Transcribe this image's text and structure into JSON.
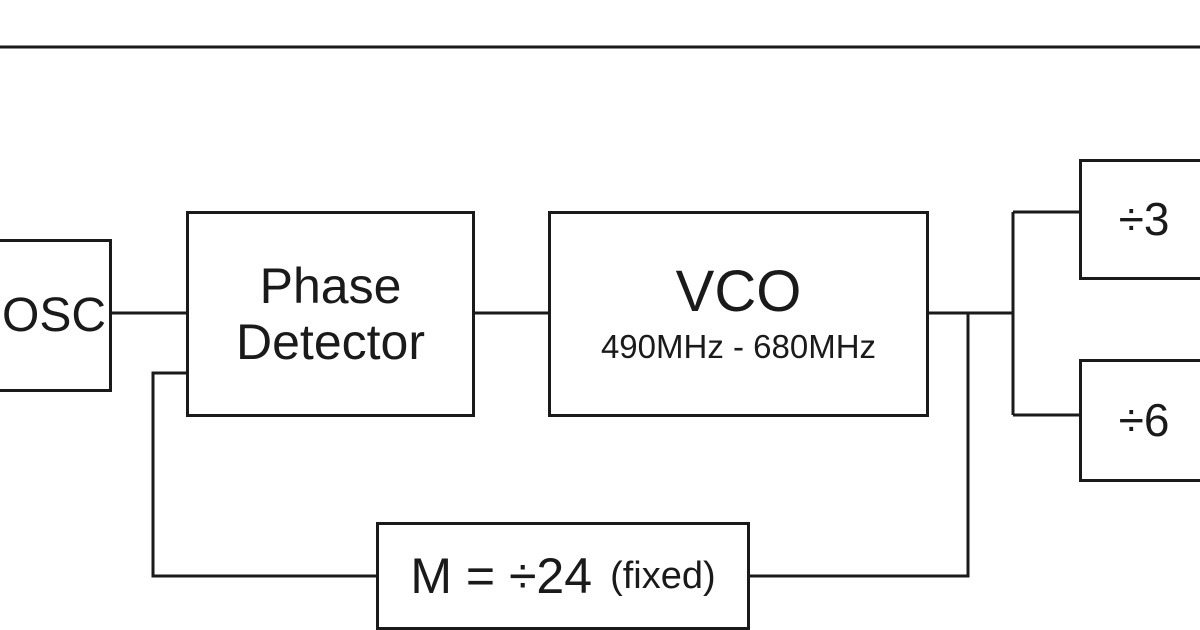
{
  "blocks": {
    "oscillator": {
      "label": "OSC"
    },
    "phase_detector": {
      "line1": "Phase",
      "line2": "Detector"
    },
    "vco": {
      "label": "VCO",
      "range": "490MHz - 680MHz"
    },
    "divider_3": {
      "label": "÷3"
    },
    "divider_6": {
      "label": "÷6"
    },
    "feedback_divider": {
      "label": "M = ÷24",
      "note": "(fixed)"
    }
  }
}
